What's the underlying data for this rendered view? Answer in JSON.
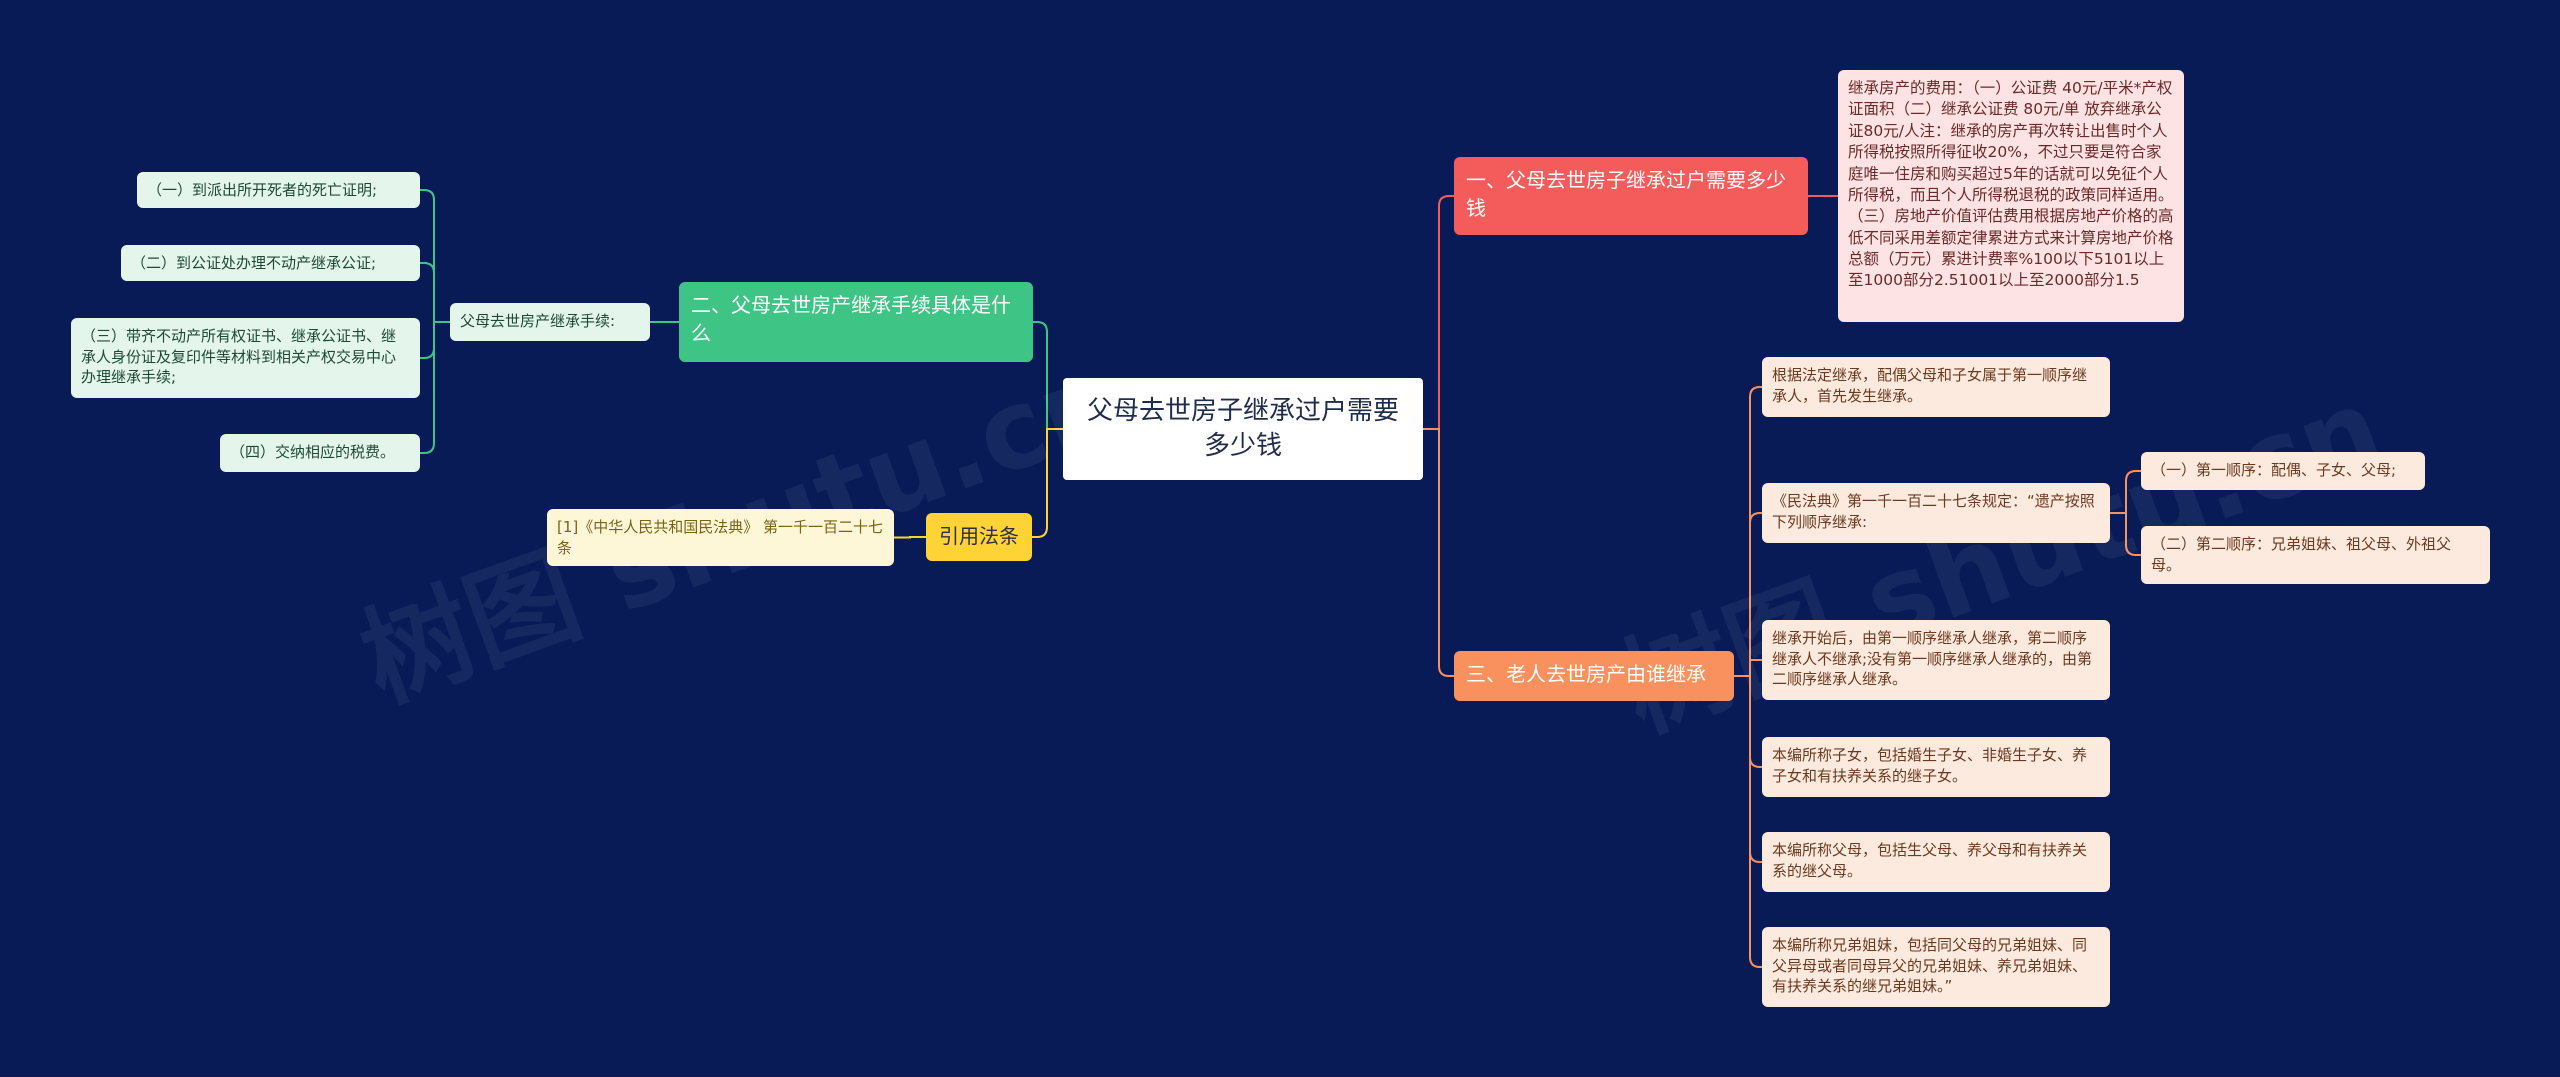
{
  "mindmap": {
    "root": "父母去世房子继承过户需要多少钱",
    "watermark": "树图 shutu.cn",
    "branch1": {
      "label": "一、父母去世房子继承过户需要多少钱",
      "detail": "继承房产的费用：（一）公证费 40元/平米*产权证面积（二）继承公证费 80元/单 放弃继承公证80元/人注：继承的房产再次转让出售时个人所得税按照所得征收20%，不过只要是符合家庭唯一住房和购买超过5年的话就可以免征个人所得税，而且个人所得税退税的政策同样适用。（三）房地产价值评估费用根据房地产价格的高低不同采用差额定律累进方式来计算房地产价格总额（万元）累进计费率%100以下5101以上至1000部分2.51001以上至2000部分1.5"
    },
    "branch2": {
      "label": "二、父母去世房产继承手续具体是什么",
      "sub": "父母去世房产继承手续:",
      "steps": [
        "（一）到派出所开死者的死亡证明;",
        "（二）到公证处办理不动产继承公证;",
        "（三）带齐不动产所有权证书、继承公证书、继承人身份证及复印件等材料到相关产权交易中心办理继承手续;",
        "（四）交纳相应的税费。"
      ]
    },
    "branch3": {
      "label": "三、老人去世房产由谁继承",
      "items": [
        "根据法定继承，配偶父母和子女属于第一顺序继承人，首先发生继承。",
        "《民法典》第一千一百二十七条规定：“遗产按照下列顺序继承:",
        "继承开始后，由第一顺序继承人继承，第二顺序继承人不继承;没有第一顺序继承人继承的，由第二顺序继承人继承。",
        "本编所称子女，包括婚生子女、非婚生子女、养子女和有扶养关系的继子女。",
        "本编所称父母，包括生父母、养父母和有扶养关系的继父母。",
        "本编所称兄弟姐妹，包括同父母的兄弟姐妹、同父异母或者同母异父的兄弟姐妹、养兄弟姐妹、有扶养关系的继兄弟姐妹。”"
      ],
      "order": [
        "（一）第一顺序：配偶、子女、父母;",
        "（二）第二顺序：兄弟姐妹、祖父母、外祖父母。"
      ]
    },
    "branch4": {
      "label": "引用法条",
      "ref": "[1]《中华人民共和国民法典》 第一千一百二十七条"
    },
    "colors": {
      "background": "#081b57",
      "red": "#f45b5b",
      "green": "#3ec585",
      "orange": "#f9915e",
      "yellow": "#fdd335"
    }
  }
}
